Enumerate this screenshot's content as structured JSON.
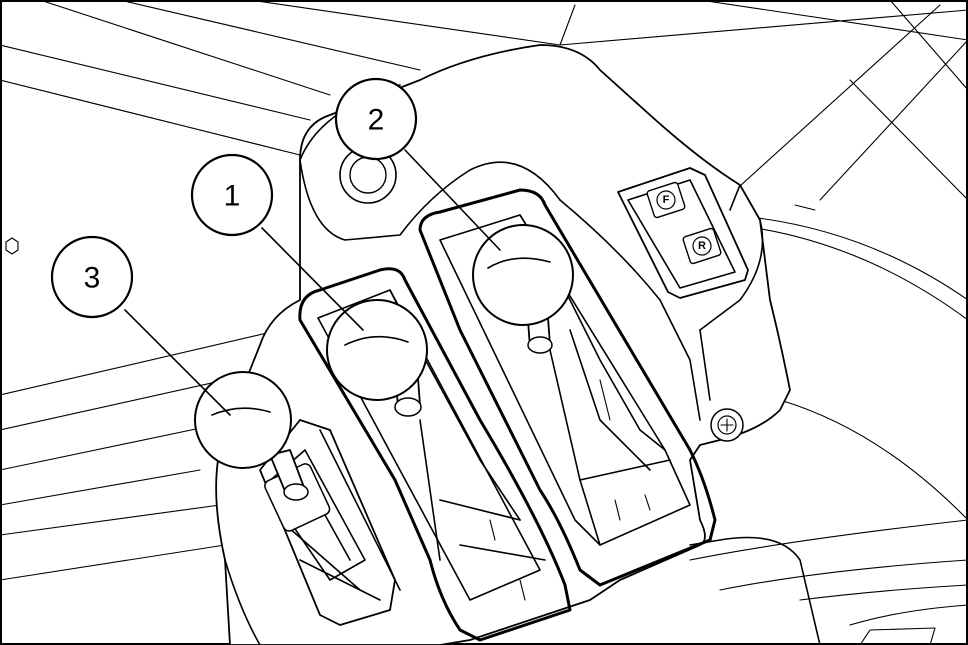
{
  "callouts": [
    {
      "id": "1",
      "label": "1"
    },
    {
      "id": "2",
      "label": "2"
    },
    {
      "id": "3",
      "label": "3"
    }
  ],
  "switch_panel": {
    "upper_symbol": "F",
    "lower_symbol": "R"
  },
  "colors": {
    "ink": "#000000",
    "paper": "#ffffff"
  }
}
